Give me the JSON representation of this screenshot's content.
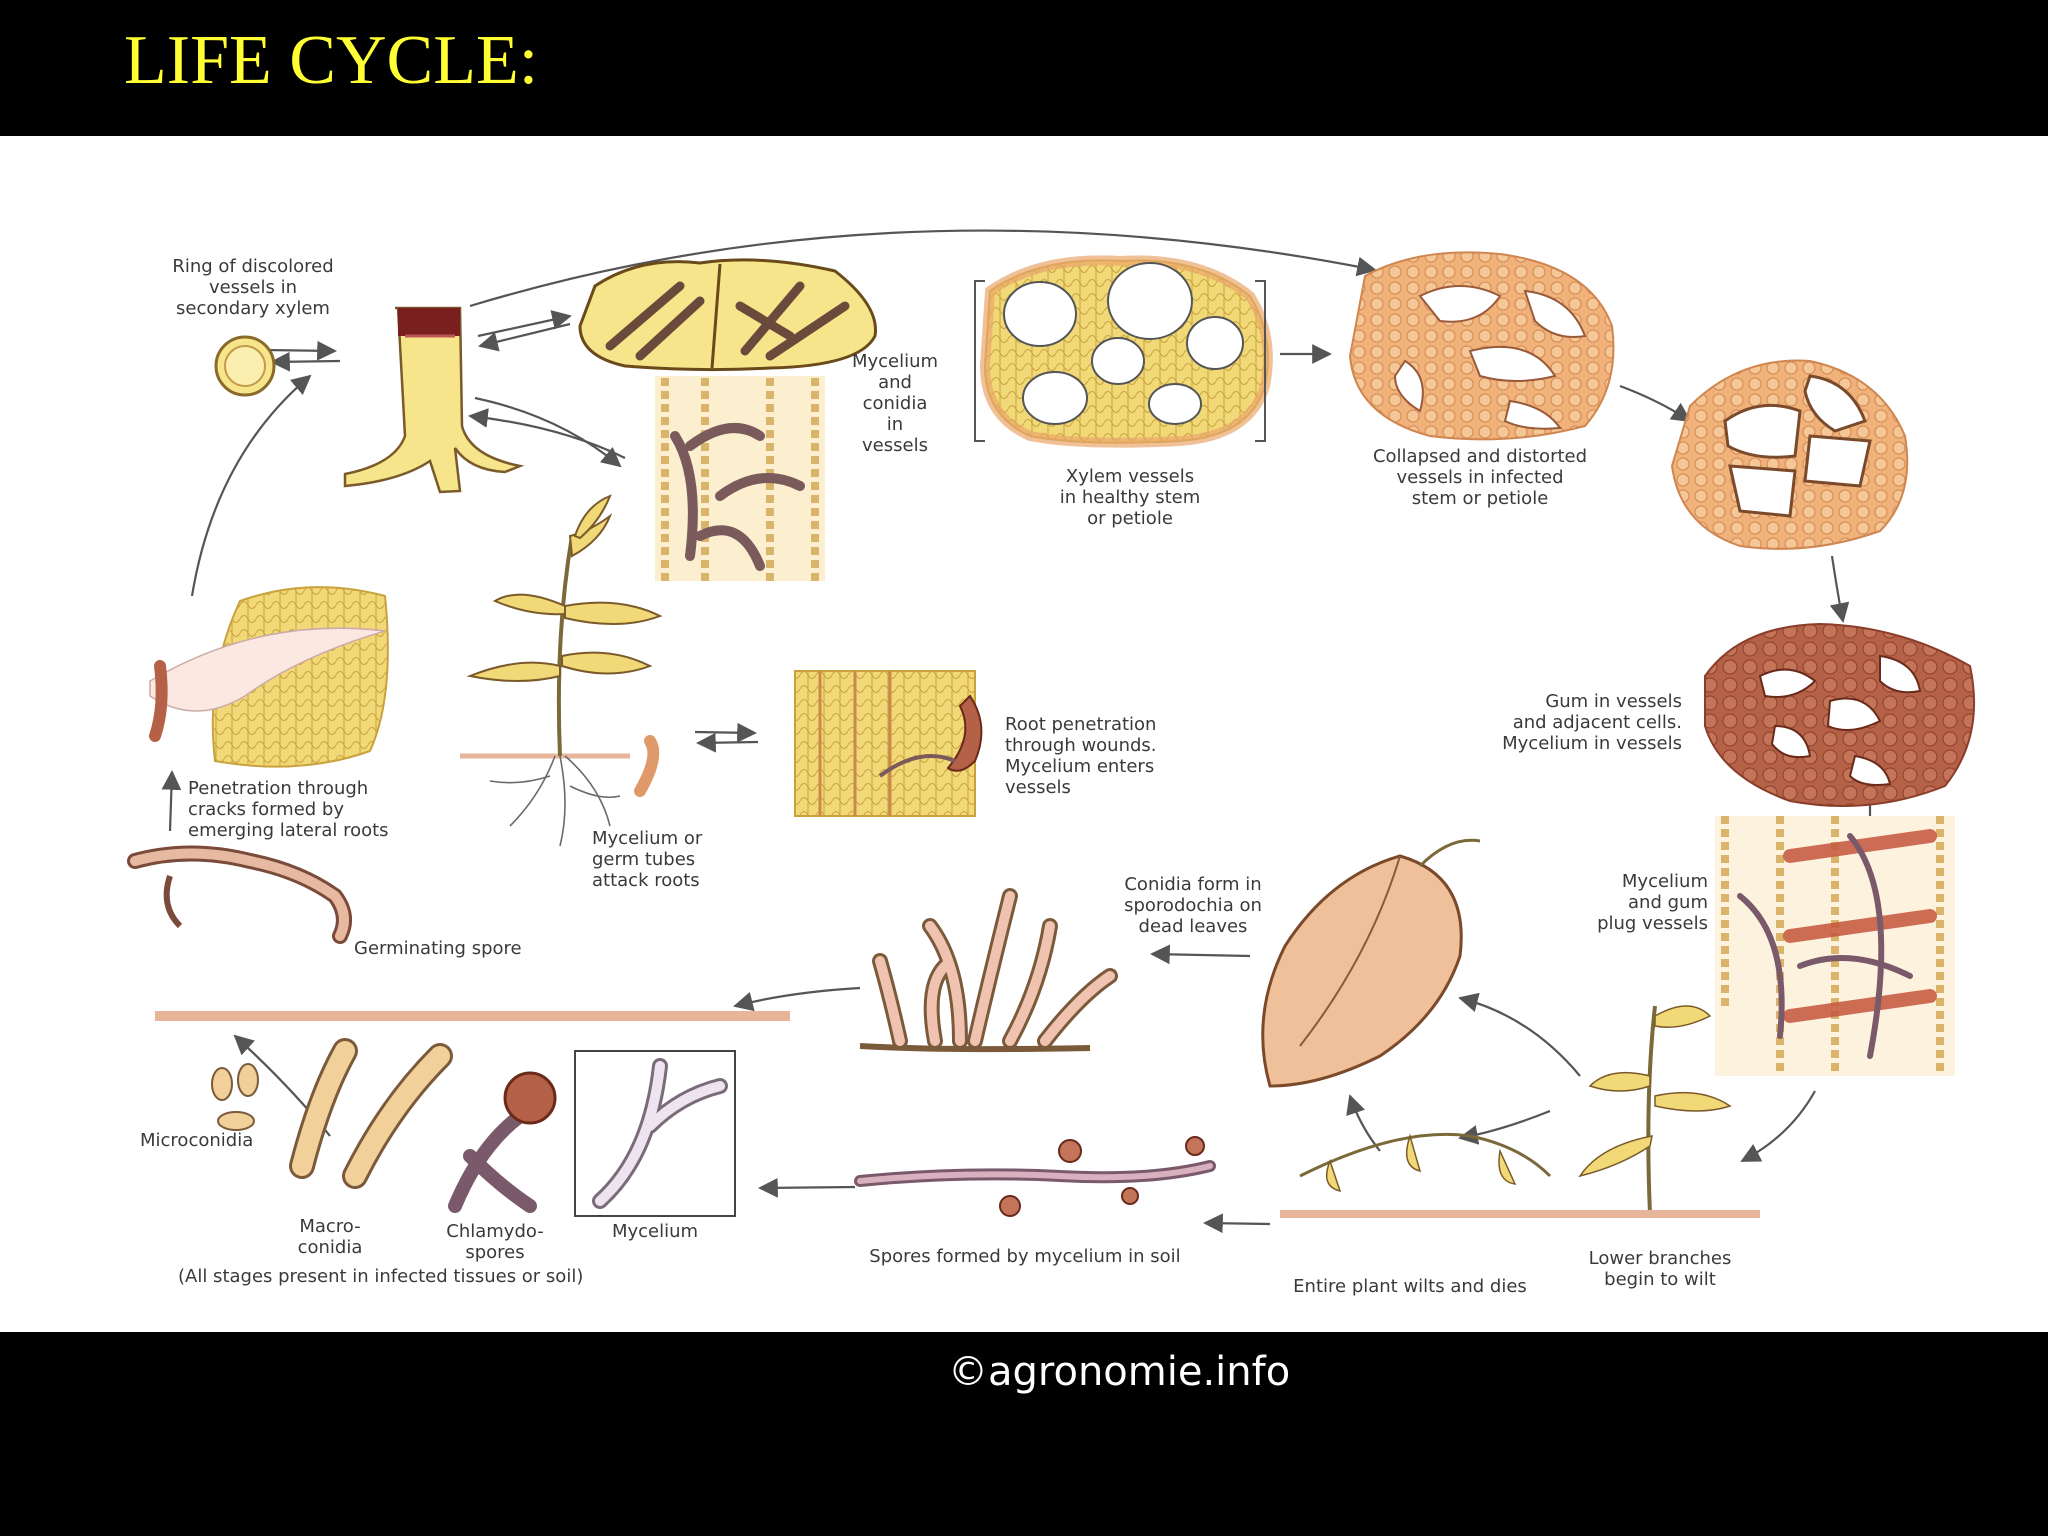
{
  "slide": {
    "title": "LIFE CYCLE:",
    "footer": "©agronomie.info"
  },
  "colors": {
    "title": "#ffff33",
    "background": "#000000",
    "diagram_background": "#ffffff",
    "tissue_light": "#f6e58a",
    "tissue_orange": "#e9a66b",
    "gum_brown": "#a8553e",
    "soil_line": "#e6b59a"
  },
  "diagram": {
    "labels": {
      "ring": "Ring of discolored\nvessels in\nsecondary xylem",
      "mycelium_conidia": "Mycelium\nand\nconidia\nin\nvessels",
      "xylem_healthy": "Xylem vessels\nin healthy stem\nor petiole",
      "collapsed": "Collapsed and distorted\nvessels in infected\nstem or petiole",
      "gum": "Gum in vessels\nand adjacent cells.\nMycelium in vessels",
      "root_penetration": "Root penetration\nthrough wounds.\nMycelium enters\nvessels",
      "penetration_cracks": "Penetration through\ncracks formed by\nemerging lateral roots",
      "mycelium_germ": "Mycelium or\ngerm tubes\nattack roots",
      "germinating": "Germinating spore",
      "conidia_sporodochia": "Conidia form in\nsporodochia on\ndead leaves",
      "mycelium_gum_plug": "Mycelium\nand gum\nplug vessels",
      "microconidia": "Microconidia",
      "macroconidia": "Macro-\nconidia",
      "chlamydospores": "Chlamydo-\nspores",
      "mycelium": "Mycelium",
      "all_stages": "(All stages present in infected tissues or soil)",
      "spores_soil": "Spores formed by mycelium in soil",
      "entire_plant": "Entire plant wilts and dies",
      "lower_branches": "Lower branches\nbegin to wilt"
    }
  }
}
